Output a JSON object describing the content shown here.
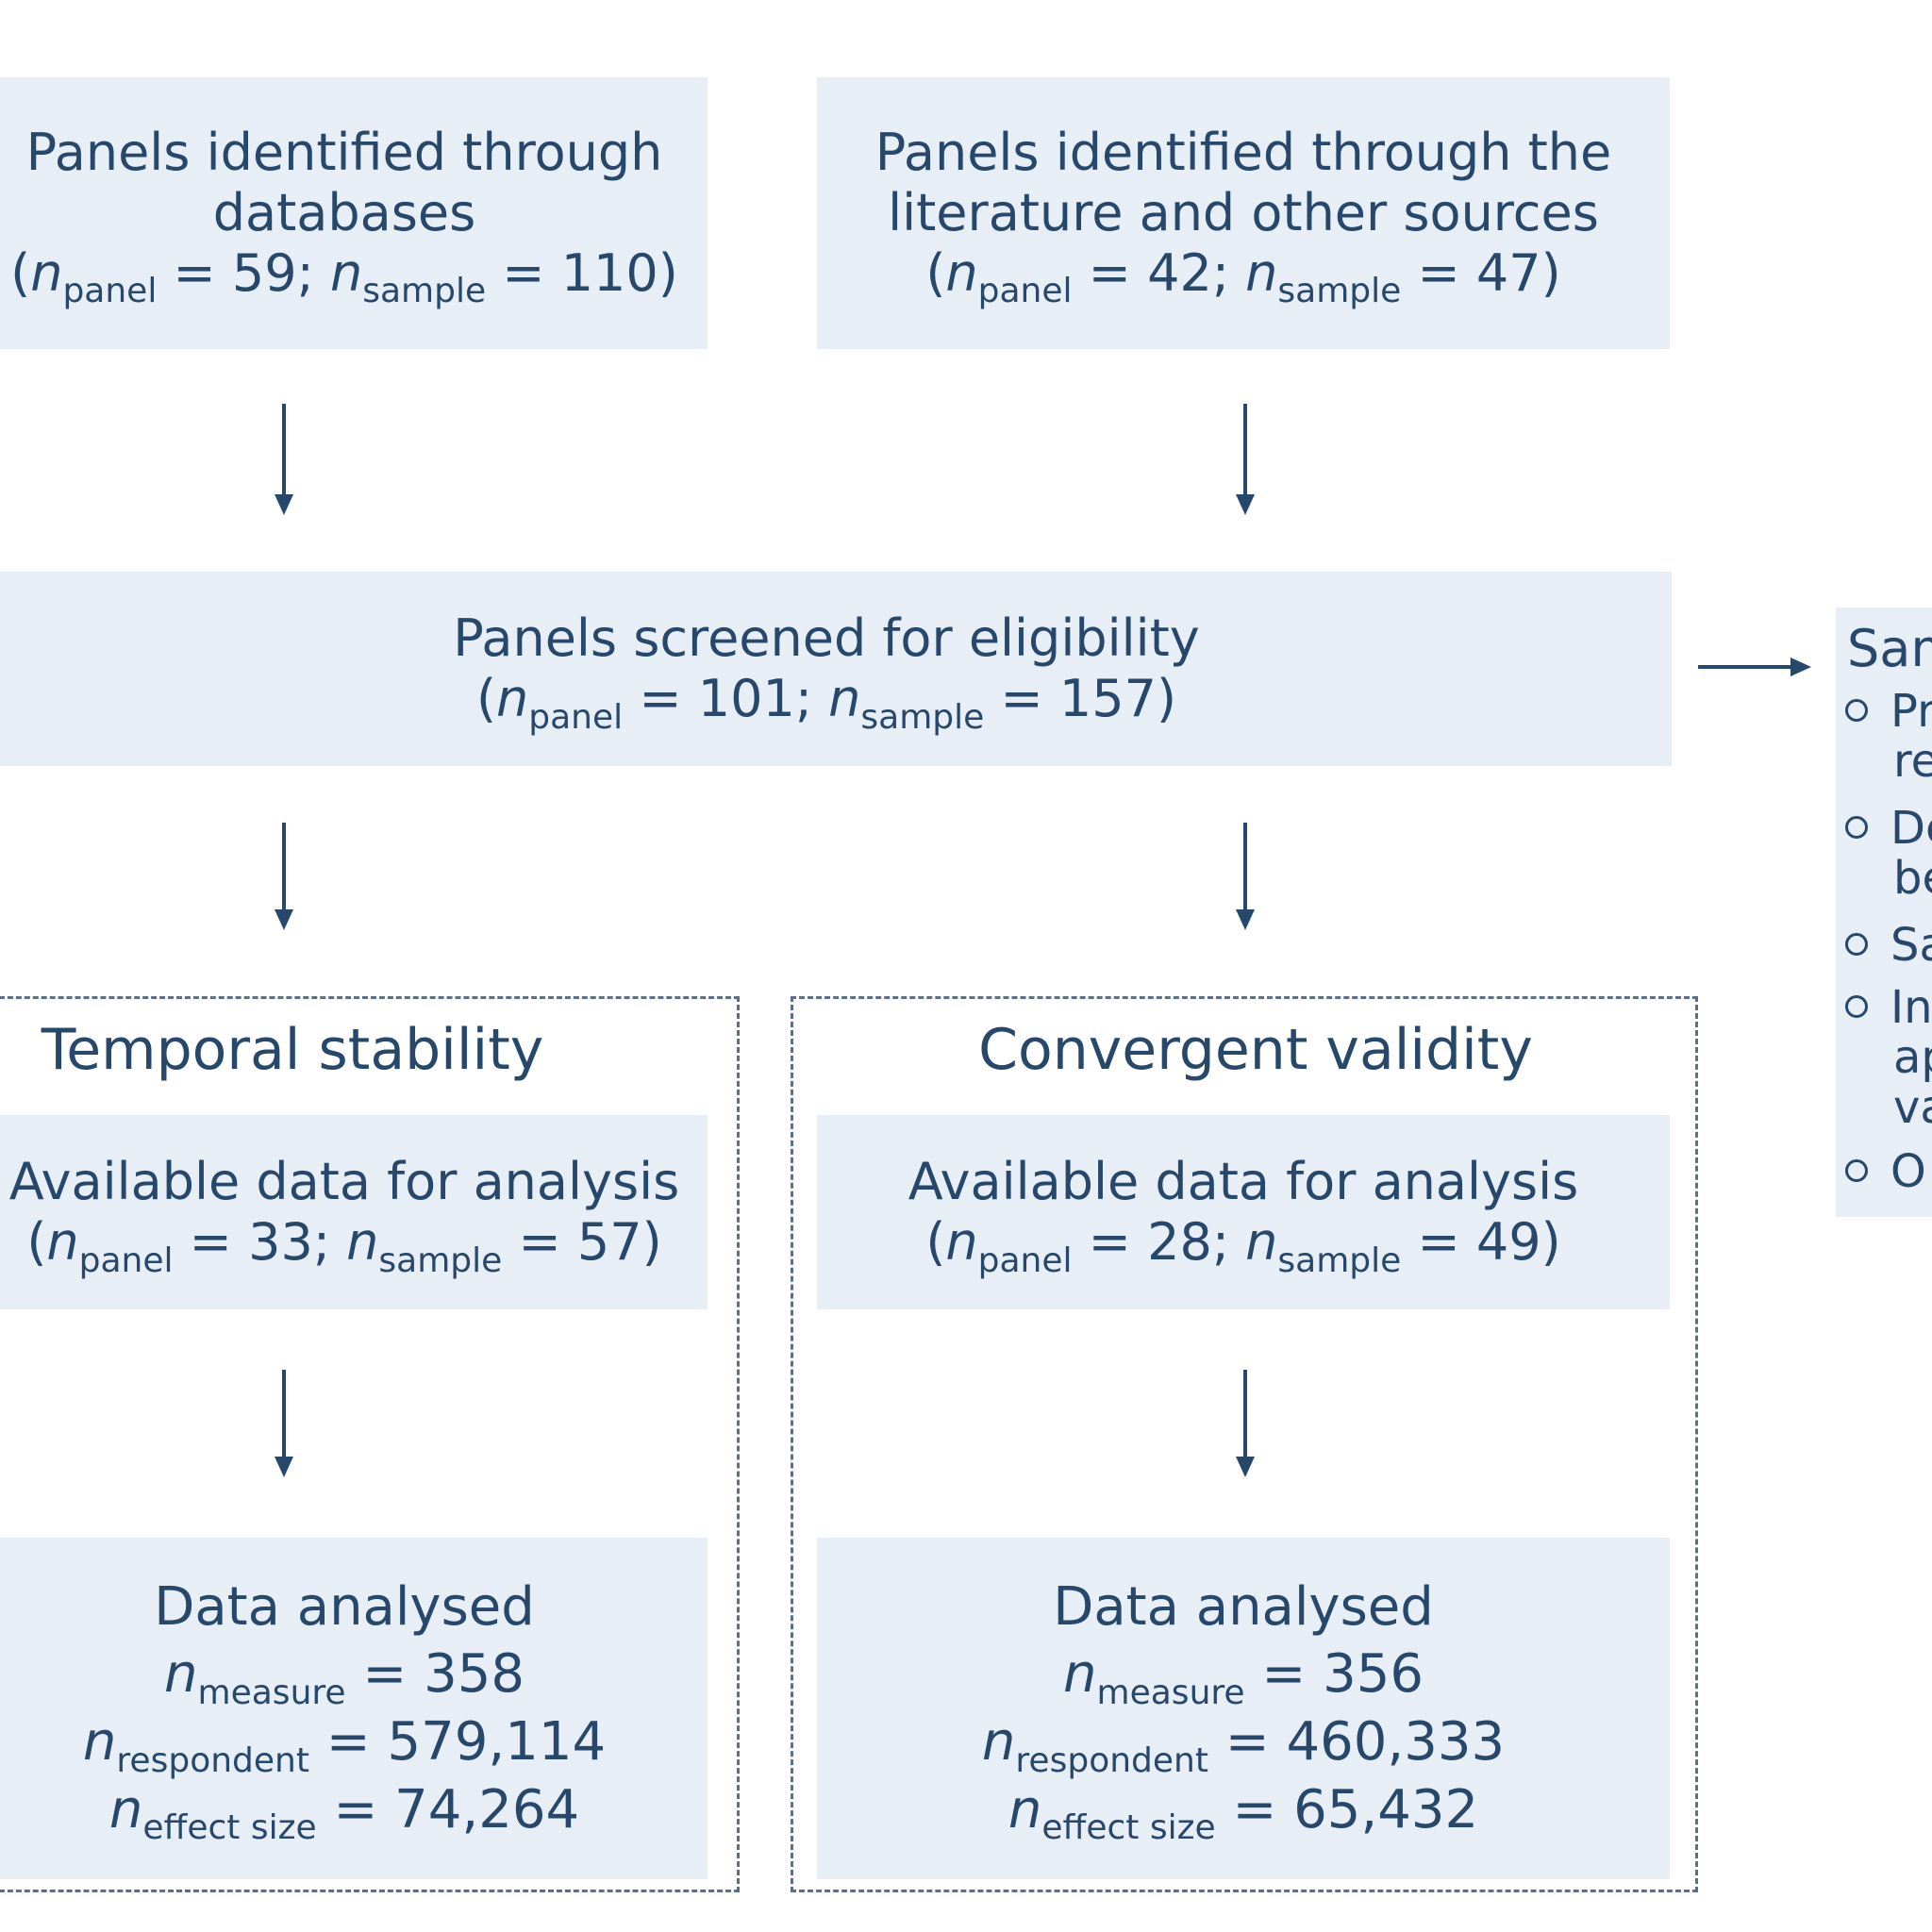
{
  "boxes": {
    "databases": {
      "line1": "Panels identified through",
      "line2": "databases",
      "n_panel": "59",
      "n_sample": "110"
    },
    "literature": {
      "line1": "Panels identified through the",
      "line2": "literature and other sources",
      "n_panel": "42",
      "n_sample": "47"
    },
    "screened": {
      "line1": "Panels screened for eligibility",
      "n_panel": "101",
      "n_sample": "157"
    },
    "temporal": {
      "title": "Temporal stability",
      "available": "Available data for analysis",
      "n_panel": "33",
      "n_sample": "57",
      "analysed_title": "Data analysed",
      "n_measure": "358",
      "n_respondent": "579,114",
      "n_effect_size": "74,264"
    },
    "convergent": {
      "title": "Convergent validity",
      "available": "Available data for analysis",
      "n_panel": "28",
      "n_sample": "49",
      "analysed_title": "Data analysed",
      "n_measure": "356",
      "n_respondent": "460,333",
      "n_effect_size": "65,432"
    }
  },
  "labels": {
    "n": "n",
    "panel": "panel",
    "sample": "sample",
    "measure": "measure",
    "respondent": "respondent",
    "effect_size": "effect size"
  },
  "side_box": {
    "title": "Sam",
    "bullets": [
      {
        "line1": "Pr",
        "line2": "re"
      },
      {
        "line1": "De",
        "line2": "be"
      },
      {
        "line1": "Sa"
      },
      {
        "line1": "In",
        "line2": "ap",
        "line3": "va"
      },
      {
        "line1": "O"
      }
    ]
  },
  "colors": {
    "box_fill": "#e8eef6",
    "text": "#27486b",
    "dash": "#5b6f86"
  }
}
